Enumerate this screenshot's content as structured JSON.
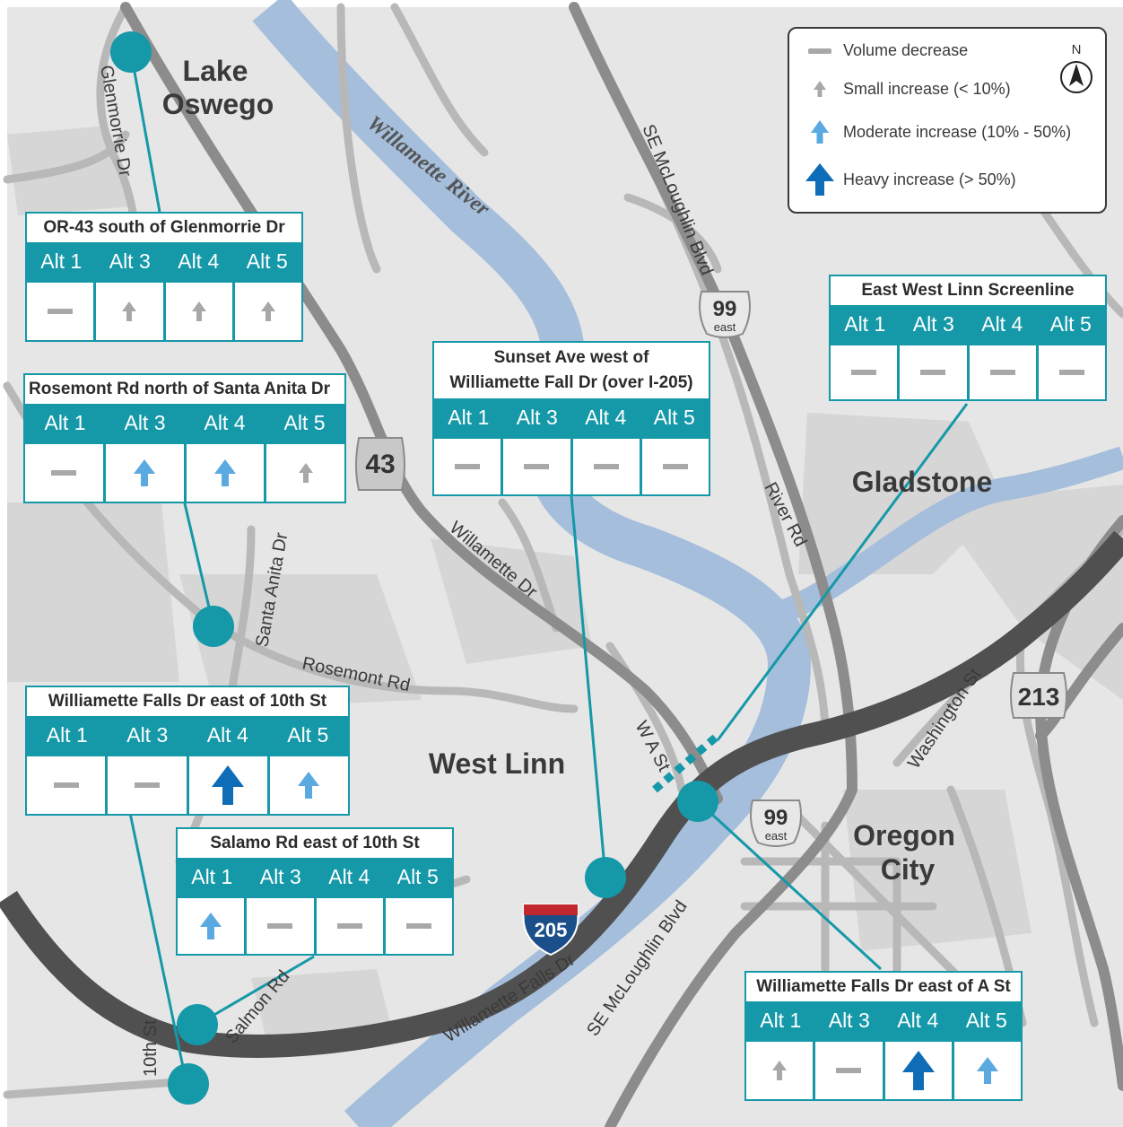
{
  "legend": {
    "items": [
      {
        "symbol": "dash",
        "label": "Volume decrease"
      },
      {
        "symbol": "small",
        "label": "Small increase (< 10%)"
      },
      {
        "symbol": "moderate",
        "label": "Moderate increase (10% - 50%)"
      },
      {
        "symbol": "heavy",
        "label": "Heavy increase (> 50%)"
      }
    ],
    "north_label": "N"
  },
  "colors": {
    "teal": "#1598a8",
    "small": "#a8a8a8",
    "moderate": "#5aa9e0",
    "heavy": "#0e6db6",
    "decrease": "#a8a8a8",
    "river": "#a4bedb"
  },
  "places": {
    "lake_oswego_1": "Lake",
    "lake_oswego_2": "Oswego",
    "west_linn": "West Linn",
    "gladstone": "Gladstone",
    "oregon_city_1": "Oregon",
    "oregon_city_2": "City"
  },
  "roads": {
    "river": "Willamette River",
    "glenmorrie": "Glenmorrie Dr",
    "mcloughlin_n": "SE McLoughlin Blvd",
    "mcloughlin_s": "SE McLoughlin Blvd",
    "river_rd": "River Rd",
    "willamette_dr": "Willamette Dr",
    "santa_anita": "Santa Anita Dr",
    "rosemont": "Rosemont Rd",
    "wa_st": "W A St",
    "washington": "Washington St",
    "salmon": "Salmon Rd",
    "tenth": "10th St",
    "wfalls": "Willamette Falls Dr"
  },
  "shields": {
    "or43": "43",
    "us99_n_num": "99",
    "us99_n_dir": "east",
    "us99_s_num": "99",
    "us99_s_dir": "east",
    "or213": "213",
    "i205": "205"
  },
  "panels": [
    {
      "id": "or43",
      "title_lines": [
        "OR-43 south of Glenmorrie Dr"
      ],
      "headers": [
        "Alt 1",
        "Alt 3",
        "Alt 4",
        "Alt 5"
      ],
      "values": [
        "decrease",
        "small",
        "small",
        "small"
      ]
    },
    {
      "id": "rosemont",
      "title_lines": [
        "Rosemont Rd north of Santa Anita Dr"
      ],
      "headers": [
        "Alt 1",
        "Alt 3",
        "Alt 4",
        "Alt 5"
      ],
      "values": [
        "decrease",
        "moderate",
        "moderate",
        "small"
      ]
    },
    {
      "id": "sunset",
      "title_lines": [
        "Sunset Ave west of",
        "Williamette Fall Dr (over I-205)"
      ],
      "headers": [
        "Alt 1",
        "Alt 3",
        "Alt 4",
        "Alt 5"
      ],
      "values": [
        "decrease",
        "decrease",
        "decrease",
        "decrease"
      ]
    },
    {
      "id": "eastwl",
      "title_lines": [
        "East West Linn Screenline"
      ],
      "headers": [
        "Alt 1",
        "Alt 3",
        "Alt 4",
        "Alt 5"
      ],
      "values": [
        "decrease",
        "decrease",
        "decrease",
        "decrease"
      ]
    },
    {
      "id": "wfd10",
      "title_lines": [
        "Williamette Falls Dr east of 10th St"
      ],
      "headers": [
        "Alt 1",
        "Alt 3",
        "Alt 4",
        "Alt 5"
      ],
      "values": [
        "decrease",
        "decrease",
        "heavy",
        "moderate"
      ]
    },
    {
      "id": "salamo",
      "title_lines": [
        "Salamo Rd east of 10th St"
      ],
      "headers": [
        "Alt 1",
        "Alt 3",
        "Alt 4",
        "Alt 5"
      ],
      "values": [
        "moderate",
        "decrease",
        "decrease",
        "decrease"
      ]
    },
    {
      "id": "wfda",
      "title_lines": [
        "Williamette Falls Dr east of A St"
      ],
      "headers": [
        "Alt 1",
        "Alt 3",
        "Alt 4",
        "Alt 5"
      ],
      "values": [
        "small",
        "decrease",
        "heavy",
        "moderate"
      ]
    }
  ]
}
